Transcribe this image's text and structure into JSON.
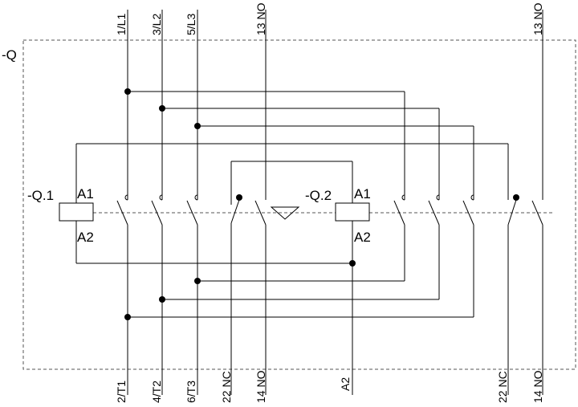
{
  "device_label": "-Q",
  "contactor_1": {
    "label": "-Q.1",
    "coil_top": "A1",
    "coil_bottom": "A2"
  },
  "contactor_2": {
    "label": "-Q.2",
    "coil_top": "A1",
    "coil_bottom": "A2"
  },
  "top_terminals": [
    "1/L1",
    "3/L2",
    "5/L3",
    "13 NO",
    "13 NO"
  ],
  "bottom_terminals": [
    "2/T1",
    "4/T2",
    "6/T3",
    "22 NC",
    "14 NO",
    "A2",
    "22 NC",
    "14 NO"
  ]
}
